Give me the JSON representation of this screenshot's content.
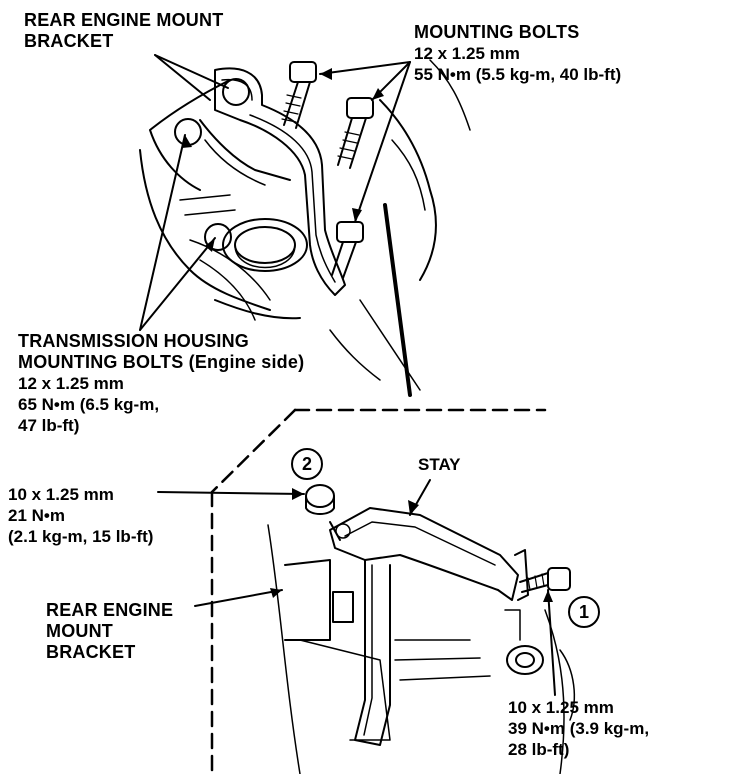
{
  "labels": {
    "rear_mount_bracket_top": [
      "REAR ENGINE MOUNT",
      "BRACKET"
    ],
    "mounting_bolts": [
      "MOUNTING BOLTS",
      "12 x 1.25 mm",
      "55 N•m (5.5 kg-m, 40 lb-ft)"
    ],
    "trans_housing_bolts": [
      "TRANSMISSION HOUSING",
      "MOUNTING BOLTS (Engine side)",
      "12 x 1.25 mm",
      "65 N•m (6.5 kg-m,",
      "47 lb-ft)"
    ],
    "stay": "STAY",
    "nut_spec": [
      "10 x 1.25 mm",
      "21 N•m",
      "(2.1 kg-m, 15 lb-ft)"
    ],
    "rear_mount_bracket_bottom": [
      "REAR ENGINE",
      "MOUNT",
      "BRACKET"
    ],
    "bolt_spec": [
      "10 x 1.25 mm",
      "39 N•m (3.9 kg-m,",
      "28 lb-ft)"
    ]
  },
  "callouts": {
    "nut": "2",
    "bolt": "1"
  }
}
